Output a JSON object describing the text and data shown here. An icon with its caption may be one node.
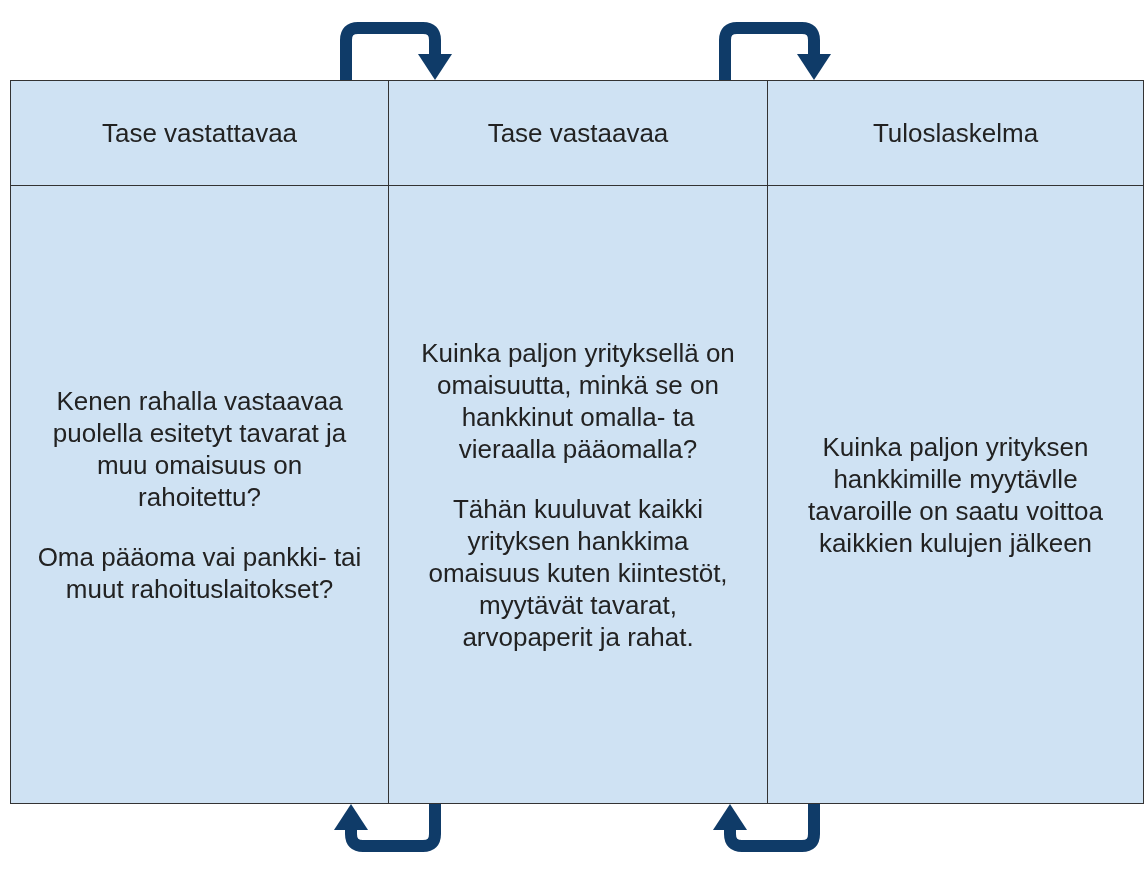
{
  "diagram": {
    "nodes": [
      {
        "text": [
          "Tase vastattavaa"
        ]
      },
      {
        "text": [
          "Tase vastaavaa"
        ]
      },
      {
        "text": [
          "Tuloslaskelma"
        ]
      },
      {
        "text": [
          "Kenen rahalla vastaavaa puolella esitetyt tavarat ja muu omaisuus on rahoitettu?",
          "Oma pääoma vai pankki- tai muut rahoituslaitokset?"
        ]
      },
      {
        "text": [
          "Kuinka paljon yrityksellä on omaisuutta, minkä se on hankkinut omalla- ta vieraalla pääomalla?",
          "Tähän kuuluvat kaikki yrityksen hankkima omaisuus kuten kiintestöt, myytävät tavarat, arvopaperit ja rahat."
        ]
      },
      {
        "text": [
          "Kuinka paljon yrityksen hankkimille myytävlle tavaroille on saatu voittoa kaikkien kulujen jälkeen"
        ]
      }
    ],
    "edges": [
      {
        "from": 0,
        "to": 1,
        "arrow": "to"
      },
      {
        "from": 1,
        "to": 2,
        "arrow": "to"
      },
      {
        "from": 4,
        "to": 3,
        "arrow": "to"
      },
      {
        "from": 5,
        "to": 4,
        "arrow": "to"
      }
    ]
  }
}
